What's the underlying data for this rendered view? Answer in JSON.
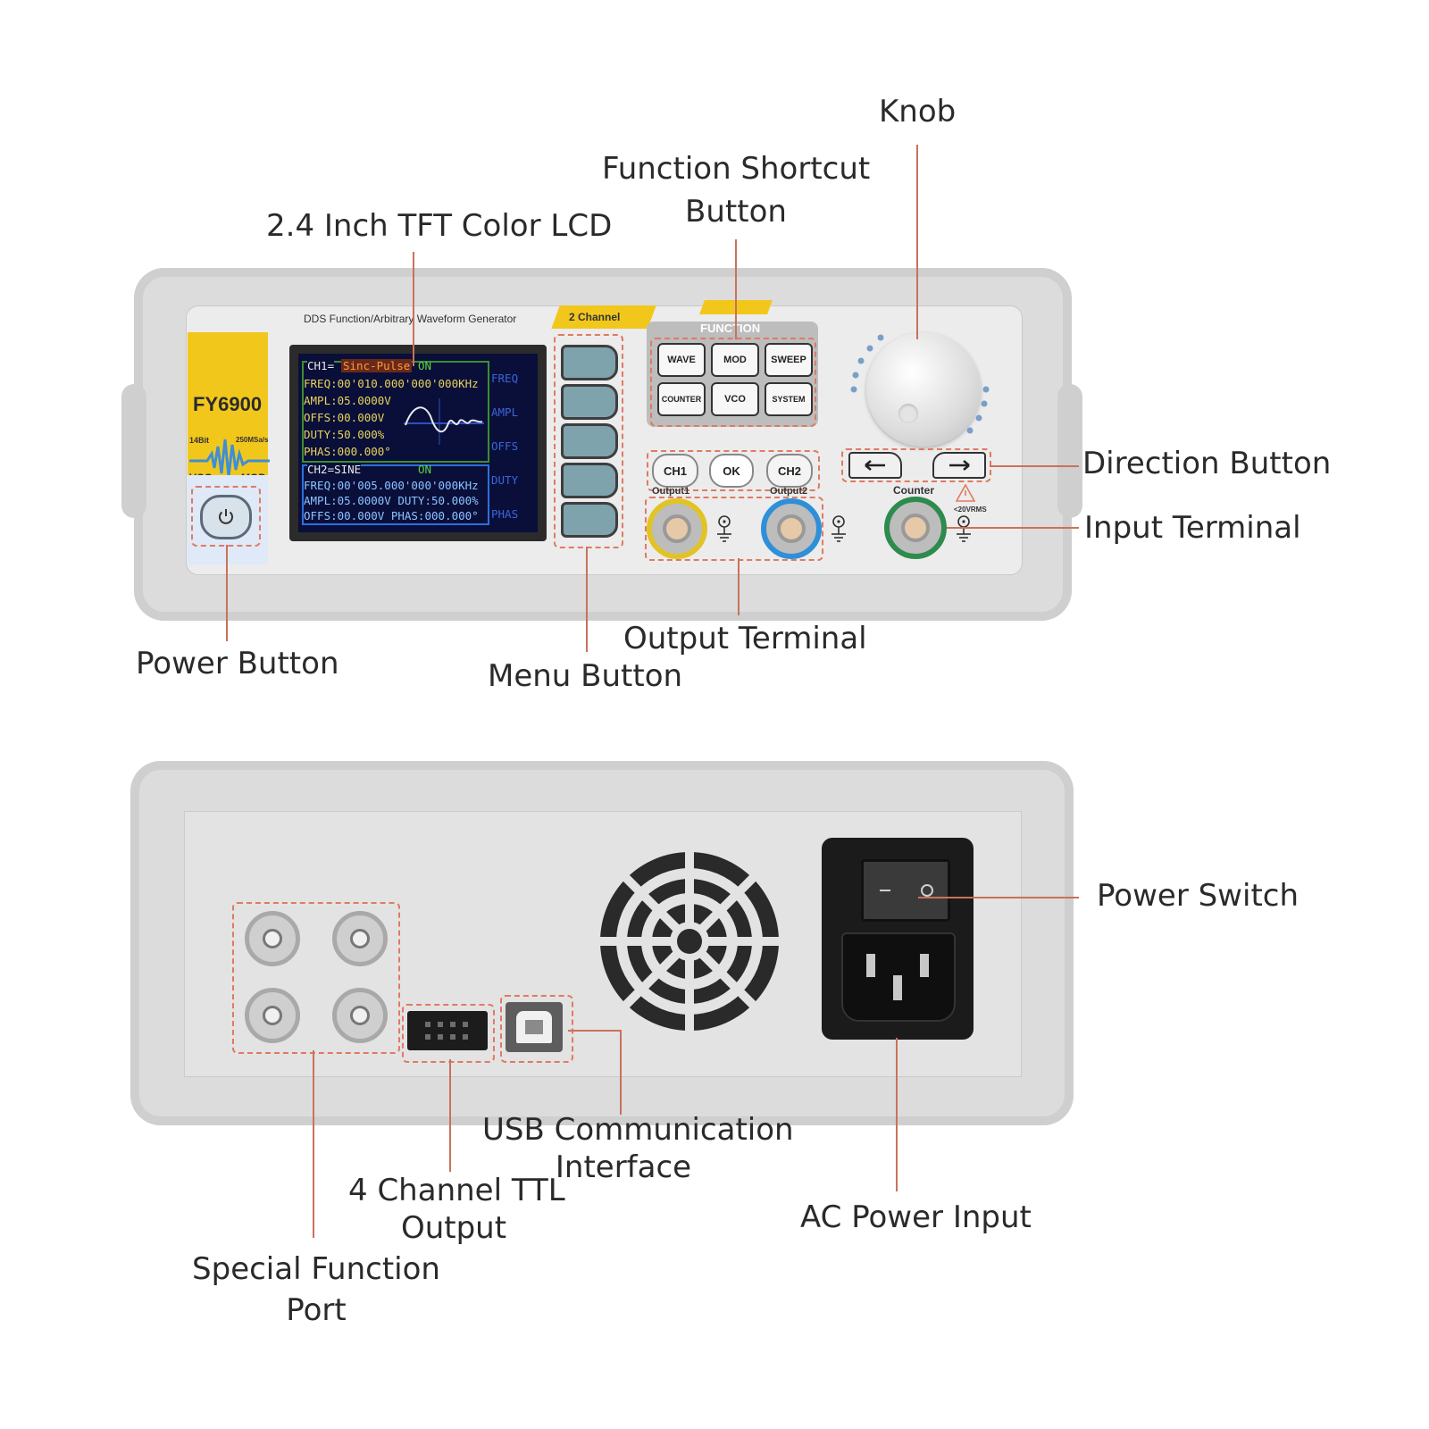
{
  "callouts": {
    "knob": "Knob",
    "function_shortcut_1": "Function Shortcut",
    "function_shortcut_2": "Button",
    "lcd": "2.4 Inch TFT Color LCD",
    "direction": "Direction Button",
    "input_terminal": "Input Terminal",
    "output_terminal": "Output Terminal",
    "power_button": "Power Button",
    "menu_button": "Menu Button",
    "power_switch": "Power Switch",
    "usb_1": "USB Communication",
    "usb_2": "Interface",
    "ttl_1": "4 Channel TTL",
    "ttl_2": "Output",
    "ac_power": "AC Power Input",
    "special_1": "Special Function",
    "special_2": "Port"
  },
  "device": {
    "title": "DDS Function/Arbitrary Waveform Generator",
    "channel_tag": "2 Channel",
    "model": "FY6900",
    "spec_left": "14Bit",
    "spec_right": "250MSa/s",
    "vco": "VCO",
    "mod": "MOD",
    "function_header": "FUNCTION",
    "keys": [
      "WAVE",
      "MOD",
      "SWEEP",
      "COUNTER",
      "VCO",
      "SYSTEM"
    ],
    "ch1": "CH1",
    "ok": "OK",
    "ch2": "CH2",
    "output1": "Output1",
    "output2": "Output2",
    "counter": "Counter",
    "counter_limit": "<20VRMS"
  },
  "lcd_screen": {
    "ch1_label": "CH1=",
    "ch1_wave": "Sinc-Pulse",
    "ch1_state": "ON",
    "ch1_lines": [
      "FREQ:00'010.000'000'000KHz",
      "AMPL:05.0000V",
      "OFFS:00.000V",
      "DUTY:50.000%",
      "PHAS:000.000°"
    ],
    "ch2_label": "CH2=SINE",
    "ch2_state": "ON",
    "ch2_lines": [
      "FREQ:00'005.000'000'000KHz",
      "AMPL:05.0000V DUTY:50.000%",
      "OFFS:00.000V  PHAS:000.000°"
    ],
    "menu": [
      "FREQ",
      "AMPL",
      "OFFS",
      "DUTY",
      "PHAS"
    ]
  },
  "colors": {
    "leader": "#c9725a",
    "dashed": "#e07a62",
    "yellow": "#f2c71c",
    "output1_ring": "#e2c326",
    "output2_ring": "#2f8fd8",
    "counter_ring": "#2e8b4e",
    "lcd_bg": "#0a0f3a"
  }
}
